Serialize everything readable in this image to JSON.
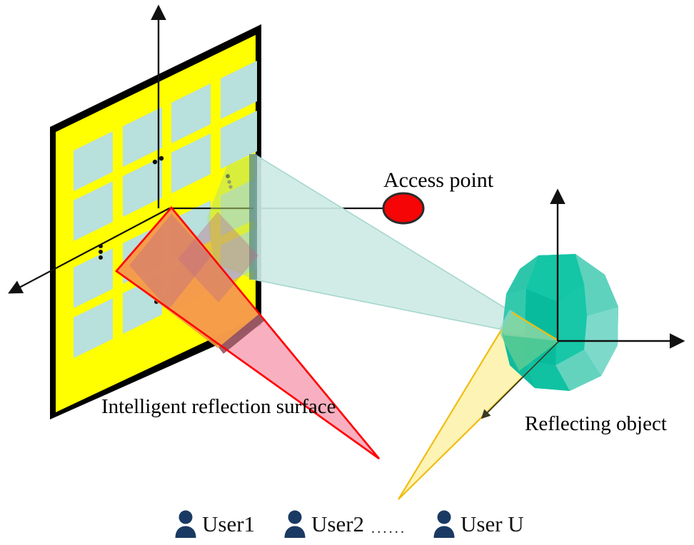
{
  "figure": {
    "type": "diagram",
    "subject": "Intelligent reflecting surface (IRS) assisted wireless communication system"
  },
  "labels": {
    "access_point": "Access point",
    "irs": "Intelligent reflection surface",
    "reflecting_object": "Reflecting object",
    "ellipsis": "······"
  },
  "users": [
    {
      "id": "user-1",
      "label": "User1"
    },
    {
      "id": "user-2",
      "label": "User2"
    },
    {
      "id": "user-u",
      "label": "User U"
    }
  ],
  "icons": {
    "user": "person-icon",
    "access_point": "red-ellipse-node",
    "reflecting_object": "polyhedron-icon"
  },
  "colors": {
    "panel_fill": "#ffff00",
    "panel_border": "#000000",
    "tile_fill": "#b8e0dc",
    "beam_teal_fill": "#d3ece7",
    "beam_teal_stroke": "#9fd3cb",
    "beam_red_fill": "#f6a8b8",
    "beam_red_stroke": "#ff0000",
    "beam_yellow_fill": "#fdf3b0",
    "beam_yellow_stroke": "#f2c21a",
    "access_point_fill": "#f50505",
    "access_point_stroke": "#2b2b2b",
    "polyhedron_base": "#12c3a3",
    "polyhedron_light": "#62d2bc",
    "polyhedron_lighter": "#8ddfd0",
    "polyhedron_dark": "#0fae92",
    "user_icon": "#1b3a63",
    "axis": "#111111"
  },
  "axes": [
    {
      "name": "irs-axis-vertical",
      "from": [
        222,
        292
      ],
      "to": [
        222,
        4
      ]
    },
    {
      "name": "irs-axis-horizontal",
      "from": [
        237,
        292
      ],
      "to": [
        566,
        292
      ]
    },
    {
      "name": "irs-axis-depth",
      "from": [
        237,
        292
      ],
      "to": [
        5,
        414
      ]
    },
    {
      "name": "object-axis-vertical",
      "from": [
        781,
        478
      ],
      "to": [
        781,
        262
      ]
    },
    {
      "name": "object-axis-horizontal",
      "from": [
        781,
        478
      ],
      "to": [
        966,
        478
      ]
    }
  ],
  "dot_clusters": [
    {
      "name": "dots-center",
      "points": [
        [
          218,
          226
        ],
        [
          226,
          222
        ]
      ]
    },
    {
      "name": "dots-right",
      "points": [
        [
          320,
          247
        ],
        [
          322,
          254
        ],
        [
          323,
          261
        ]
      ]
    },
    {
      "name": "dots-left",
      "points": [
        [
          141,
          345
        ],
        [
          141,
          353
        ],
        [
          141,
          360
        ]
      ]
    },
    {
      "name": "dots-lower",
      "points": [
        [
          219,
          422
        ],
        [
          226,
          417
        ],
        [
          232,
          413
        ]
      ]
    }
  ]
}
